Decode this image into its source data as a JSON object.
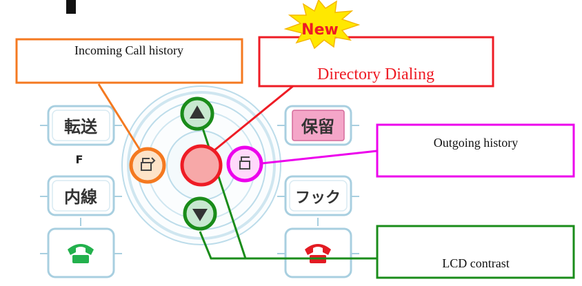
{
  "callouts": {
    "incoming": {
      "label": "Incoming Call history",
      "color": "#f47920"
    },
    "directory": {
      "label": "Directory Dialing",
      "color": "#ee1c25",
      "badge": "New"
    },
    "outgoing": {
      "label": "Outgoing history",
      "color": "#ec00ec"
    },
    "lcd": {
      "label": "LCD contrast",
      "color": "#1a8c1a"
    }
  },
  "keys": {
    "transfer": "転送",
    "hold": "保留",
    "function": "F",
    "extension": "内線",
    "hook": "フック"
  },
  "icons": {
    "up_arrow": "up-arrow-icon",
    "down_arrow": "down-arrow-icon",
    "incoming_history": "incoming-history-icon",
    "outgoing_history": "outgoing-history-icon",
    "off_hook": "green-phone-icon",
    "on_hook": "red-phone-icon"
  },
  "colors": {
    "key_border": "#a8cfe0",
    "nav_ring": "#bcdcea",
    "hold_key": "#f4a6c8",
    "phone_green": "#23b14d",
    "phone_red": "#e31b23",
    "badge_fill": "#ffe800"
  }
}
